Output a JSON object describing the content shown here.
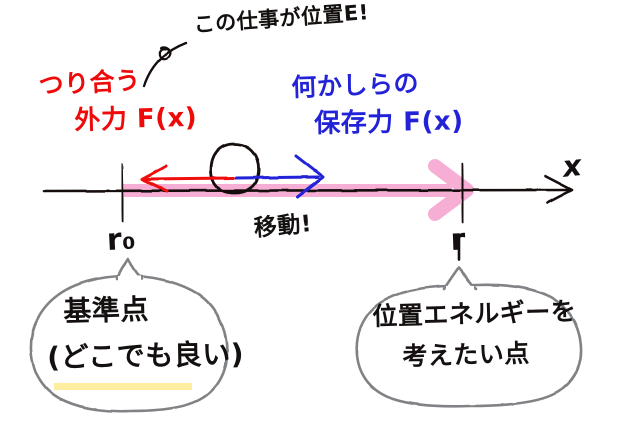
{
  "figure": {
    "title_note": "この仕事が位置E!",
    "background_color": "#ffffff"
  },
  "annotations": {
    "work_note": "この仕事が位置E!",
    "external_force_line1": "つり合う",
    "external_force_line2": "外力 F(x)",
    "conservative_force_line1": "何かしらの",
    "conservative_force_line2": "保存力 F(x)",
    "movement_note": "移動!"
  },
  "axis": {
    "axis_label": "x",
    "tick_start_label": "r₀",
    "tick_end_label": "r"
  },
  "bubbles": {
    "left": {
      "line1": "基準点",
      "line2": "(どこでも良い)",
      "highlight_color": "#ffeda0",
      "outline_color": "#808285"
    },
    "right": {
      "line1": "位置エネルギーを",
      "line2": "考えたい点",
      "outline_color": "#808285"
    }
  },
  "colors": {
    "red": "#ef0a0a",
    "blue": "#2222d8",
    "pink": "#f5a6d0",
    "black": "#14100f",
    "gray": "#808285",
    "yellow": "#ffeda0"
  },
  "icons": {
    "object": "circle-object-icon",
    "left_arrow": "red-left-arrow-icon",
    "right_arrow": "blue-right-arrow-icon",
    "displacement_arrow": "pink-displacement-arrow-icon",
    "leader": "curved-leader-line-icon"
  }
}
